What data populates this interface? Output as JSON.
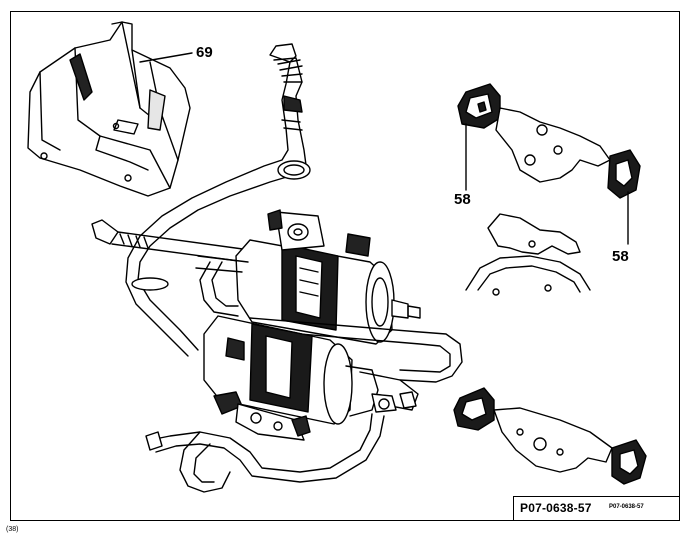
{
  "callouts": {
    "label_69": "69",
    "label_58_left": "58",
    "label_58_right": "58"
  },
  "reference": {
    "code": "P07-0638-57",
    "code_small": "P07-0638-57"
  },
  "corner_note": "(38)",
  "colors": {
    "line": "#000000",
    "background": "#ffffff"
  }
}
